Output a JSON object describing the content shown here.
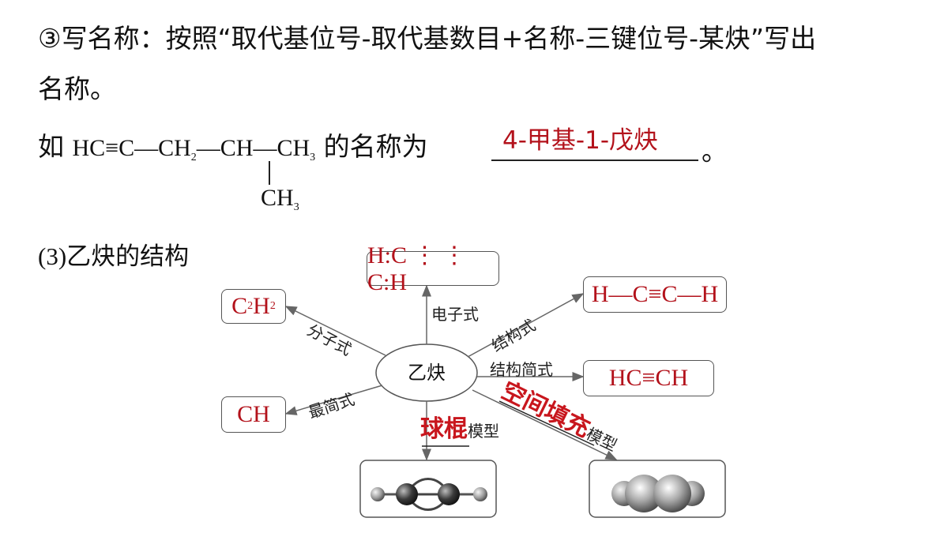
{
  "step": {
    "line1": "③写名称：按照“取代基位号-取代基数目+名称-三键位号-某炔”写出",
    "line2": "名称。"
  },
  "example": {
    "prefix": "如",
    "formula_main": "HC≡C—CH",
    "sub2": "2",
    "formula_mid": "—CH—CH",
    "sub3": "3",
    "branch_ch": "CH",
    "branch_sub": "3",
    "suffix": "的名称为",
    "answer": "4-甲基-1-戊炔",
    "period": "。"
  },
  "section": {
    "label_paren": "(3)",
    "label_text": "乙炔的结构"
  },
  "diagram": {
    "center": "乙炔",
    "nodes": {
      "molecular": {
        "main": "C",
        "s1": "2",
        "mid": "H",
        "s2": "2"
      },
      "electronic": "H:C ⋮ ⋮ C:H",
      "structural": "H—C≡C—H",
      "condensed": "HC≡CH",
      "empirical": "CH"
    },
    "labels": {
      "molecular": "分子式",
      "electronic": "电子式",
      "structural": "结构式",
      "condensed": "结构简式",
      "empirical": "最简式",
      "ball_red": "球棍",
      "ball_black": "模型",
      "space_red": "空间填充",
      "space_black": "模型"
    },
    "colors": {
      "answer": "#b3121b",
      "arrow": "#666666"
    }
  }
}
